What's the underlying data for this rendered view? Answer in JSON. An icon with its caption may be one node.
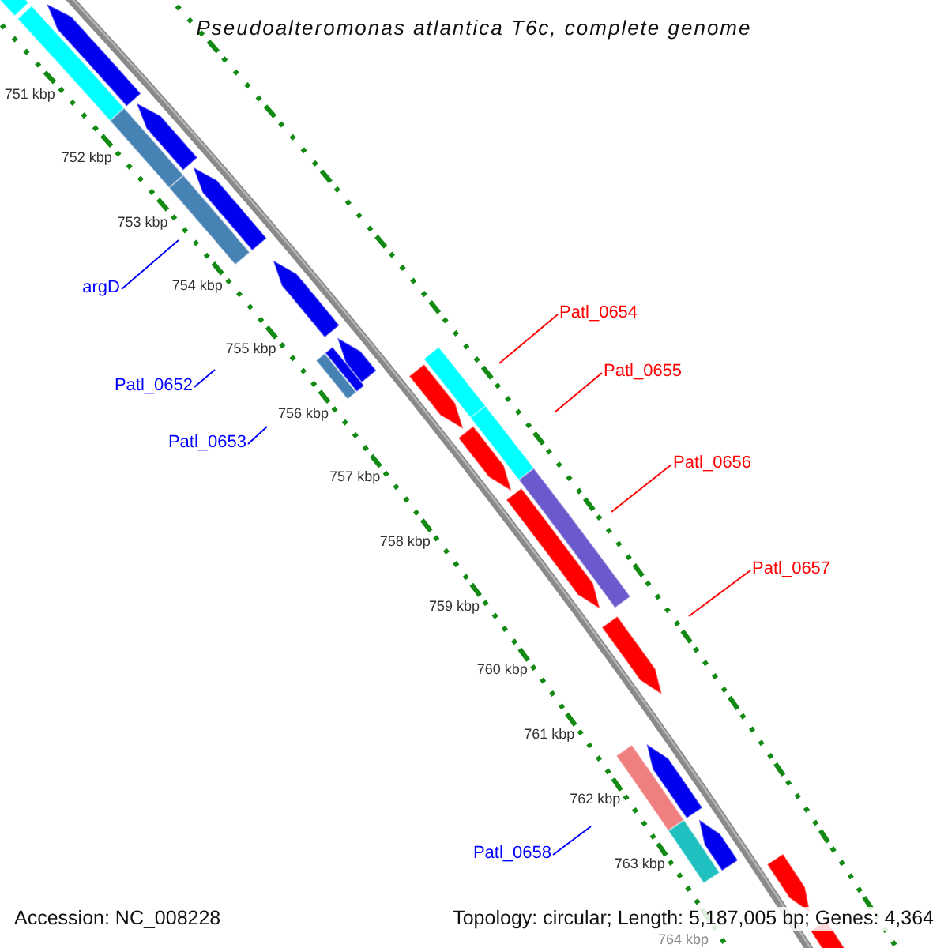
{
  "diagram": {
    "title": "Pseudoalteromonas atlantica T6c, complete genome",
    "nodes": [
      {
        "text": [
          "argD"
        ]
      },
      {
        "text": [
          "Patl_0652"
        ]
      },
      {
        "text": [
          "Patl_0653"
        ]
      },
      {
        "text": [
          "Patl_0654"
        ]
      },
      {
        "text": [
          "Patl_0655"
        ]
      },
      {
        "text": [
          "Patl_0656"
        ]
      },
      {
        "text": [
          "Patl_0657"
        ]
      },
      {
        "text": [
          "Patl_0658"
        ]
      }
    ],
    "edges": [
      {
        "from": 0,
        "to": null,
        "arrow": "none",
        "color": "#0000ff"
      },
      {
        "from": 1,
        "to": null,
        "arrow": "none",
        "color": "#0000ff"
      },
      {
        "from": 2,
        "to": null,
        "arrow": "none",
        "color": "#0000ff"
      },
      {
        "from": 3,
        "to": null,
        "arrow": "none",
        "color": "#ff0000"
      },
      {
        "from": 4,
        "to": null,
        "arrow": "none",
        "color": "#ff0000"
      },
      {
        "from": 5,
        "to": null,
        "arrow": "none",
        "color": "#ff0000"
      },
      {
        "from": 6,
        "to": null,
        "arrow": "none",
        "color": "#ff0000"
      },
      {
        "from": 7,
        "to": null,
        "arrow": "none",
        "color": "#0000ff"
      }
    ],
    "labels": [
      "751 kbp",
      "752 kbp",
      "753 kbp",
      "754 kbp",
      "755 kbp",
      "756 kbp",
      "757 kbp",
      "758 kbp",
      "759 kbp",
      "760 kbp",
      "761 kbp",
      "762 kbp",
      "763 kbp",
      "764 kbp",
      "Accession: NC_008228",
      "Topology: circular; Length: 5,187,005 bp; Genes: 4,364"
    ]
  }
}
